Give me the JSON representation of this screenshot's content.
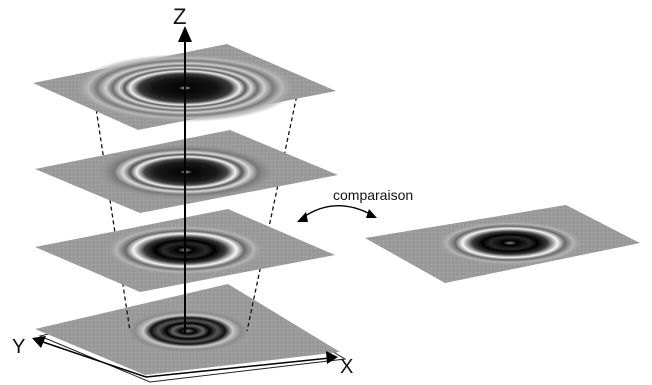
{
  "axes": {
    "z_label": "Z",
    "y_label": "Y",
    "x_label": "X"
  },
  "comparison": {
    "label": "comparaison"
  },
  "planes": [
    {
      "id": "plane-1",
      "ring_dark": "#0a0a0a"
    },
    {
      "id": "plane-2",
      "ring_dark": "#0a0a0a"
    },
    {
      "id": "plane-3",
      "ring_dark": "#0a0a0a"
    },
    {
      "id": "plane-4",
      "ring_dark": "#0a0a0a"
    },
    {
      "id": "plane-ref",
      "ring_dark": "#0a0a0a"
    }
  ],
  "colors": {
    "plane_fill": "#9a9a9a",
    "ring_light": "#f2f2f2",
    "axis": "#000000"
  }
}
